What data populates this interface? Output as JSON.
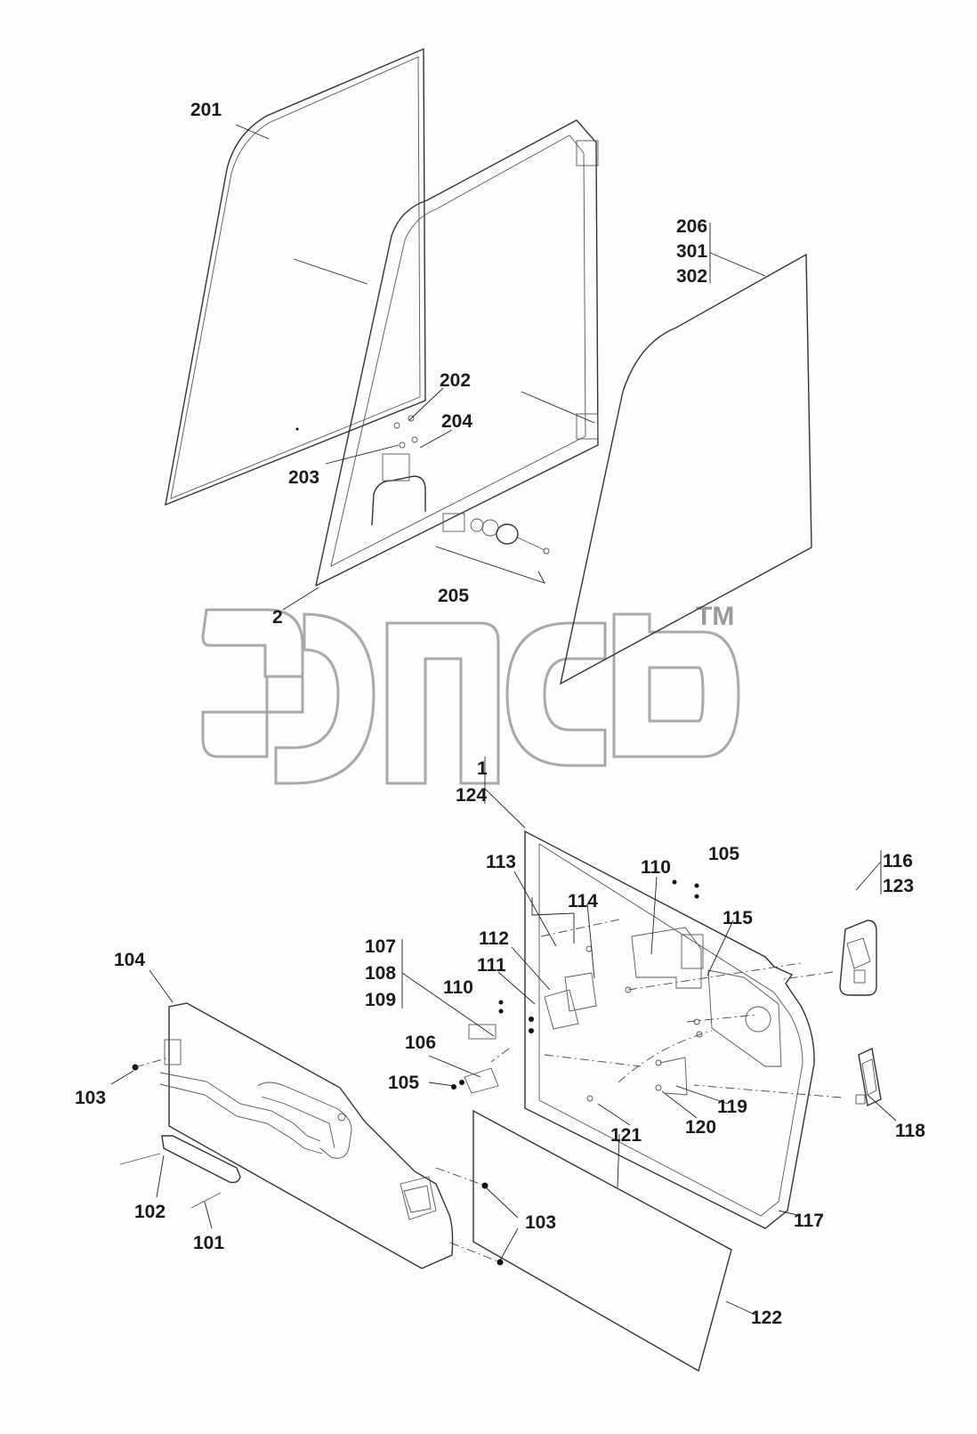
{
  "watermark": {
    "trademark": "TM"
  },
  "callouts": {
    "c201": "201",
    "c202": "202",
    "c203": "203",
    "c204": "204",
    "c205": "205",
    "c2": "2",
    "g206": [
      "206",
      "301",
      "302"
    ],
    "g1": [
      "1",
      "124"
    ],
    "c113": "113",
    "c114": "114",
    "c110a": "110",
    "c105a": "105",
    "c115": "115",
    "g116": [
      "116",
      "123"
    ],
    "g107": [
      "107",
      "108",
      "109"
    ],
    "c112": "112",
    "c111": "111",
    "c110b": "110",
    "c104": "104",
    "c106": "106",
    "c105b": "105",
    "c103a": "103",
    "c121": "121",
    "c120": "120",
    "c119": "119",
    "c118": "118",
    "c102": "102",
    "c101": "101",
    "c103b": "103",
    "c117": "117",
    "c122": "122"
  }
}
